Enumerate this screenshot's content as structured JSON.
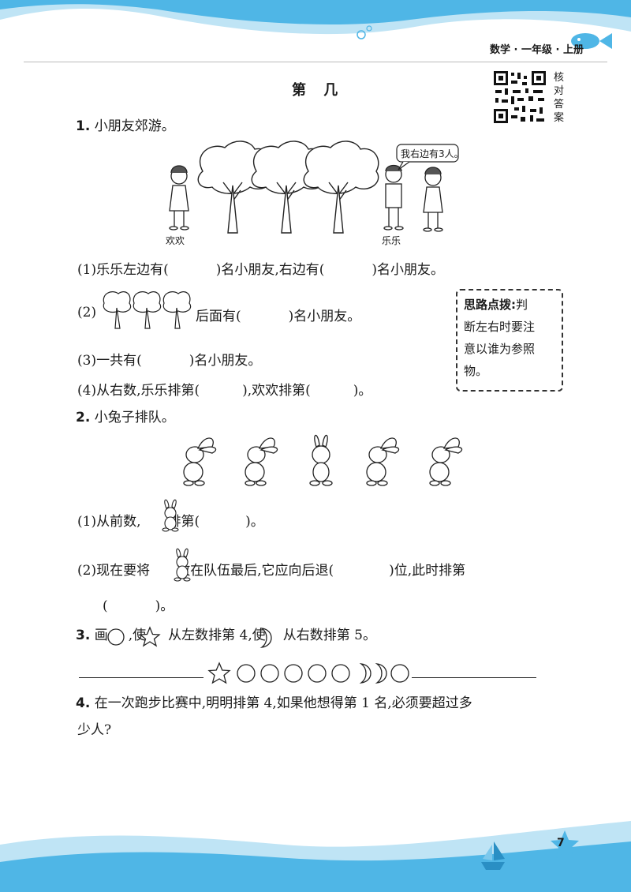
{
  "header": {
    "subject": "数学 · 一年级 · 上册"
  },
  "title": "第 几",
  "qr_label": [
    "核",
    "对",
    "答",
    "案"
  ],
  "q1": {
    "num": "1.",
    "text": "小朋友郊游。",
    "name_left": "欢欢",
    "name_right": "乐乐",
    "speech": "我右边有3人。",
    "sub1_a": "(1)乐乐左边有(",
    "sub1_b": ")名小朋友,右边有(",
    "sub1_c": ")名小朋友。",
    "sub2_a": "(2)",
    "sub2_b": "后面有(",
    "sub2_c": ")名小朋友。",
    "sub3_a": "(3)一共有(",
    "sub3_b": ")名小朋友。",
    "sub4_a": "(4)从右数,乐乐排第(",
    "sub4_b": "),欢欢排第(",
    "sub4_c": ")。"
  },
  "hint": {
    "label": "思路点拨:",
    "text1": "判",
    "text2": "断左右时要注",
    "text3": "意以谁为参照",
    "text4": "物。"
  },
  "q2": {
    "num": "2.",
    "text": "小兔子排队。",
    "sub1_a": "(1)从前数,",
    "sub1_b": "排第(",
    "sub1_c": ")。",
    "sub2_a": "(2)现在要将",
    "sub2_b": "放在队伍最后,它应向后退(",
    "sub2_c": ")位,此时排第",
    "sub2_d": "(",
    "sub2_e": ")。"
  },
  "q3": {
    "num": "3.",
    "text_a": "画",
    "text_b": ",使",
    "text_c": "从左数排第 4,使",
    "text_d": "从右数排第 5。"
  },
  "q4": {
    "num": "4.",
    "line1": "在一次跑步比赛中,明明排第 4,如果他想得第 1 名,必须要超过多",
    "line2": "少人?"
  },
  "footer": {
    "page": "7"
  },
  "colors": {
    "wave": "#4fb6e6",
    "wave_light": "#bfe4f5",
    "text": "#1a1a1a"
  }
}
